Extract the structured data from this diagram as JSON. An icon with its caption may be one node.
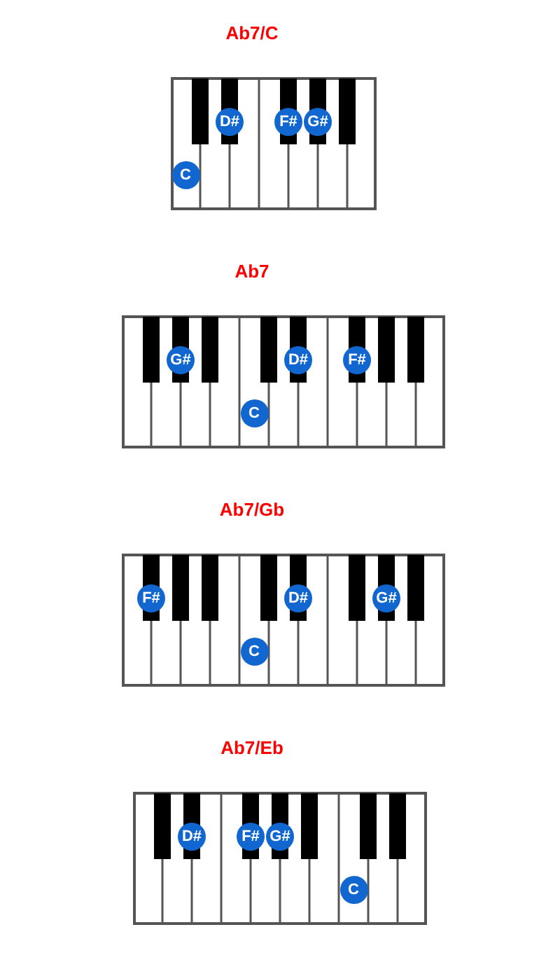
{
  "diagram": {
    "nodes": [
      {
        "text": [
          "Ab7/C"
        ]
      },
      {
        "text": [
          "C"
        ],
        "in": 0
      },
      {
        "text": [
          "D#"
        ],
        "in": 0
      },
      {
        "text": [
          "F#"
        ],
        "in": 0
      },
      {
        "text": [
          "G#"
        ],
        "in": 0
      },
      {
        "text": [
          "Ab7"
        ]
      },
      {
        "text": [
          "G#"
        ],
        "in": 5
      },
      {
        "text": [
          "C"
        ],
        "in": 5
      },
      {
        "text": [
          "D#"
        ],
        "in": 5
      },
      {
        "text": [
          "F#"
        ],
        "in": 5
      },
      {
        "text": [
          "Ab7/Gb"
        ]
      },
      {
        "text": [
          "F#"
        ],
        "in": 10
      },
      {
        "text": [
          "C"
        ],
        "in": 10
      },
      {
        "text": [
          "D#"
        ],
        "in": 10
      },
      {
        "text": [
          "G#"
        ],
        "in": 10
      },
      {
        "text": [
          "Ab7/Eb"
        ]
      },
      {
        "text": [
          "D#"
        ],
        "in": 15
      },
      {
        "text": [
          "F#"
        ],
        "in": 15
      },
      {
        "text": [
          "G#"
        ],
        "in": 15
      },
      {
        "text": [
          "C"
        ],
        "in": 15
      }
    ]
  }
}
